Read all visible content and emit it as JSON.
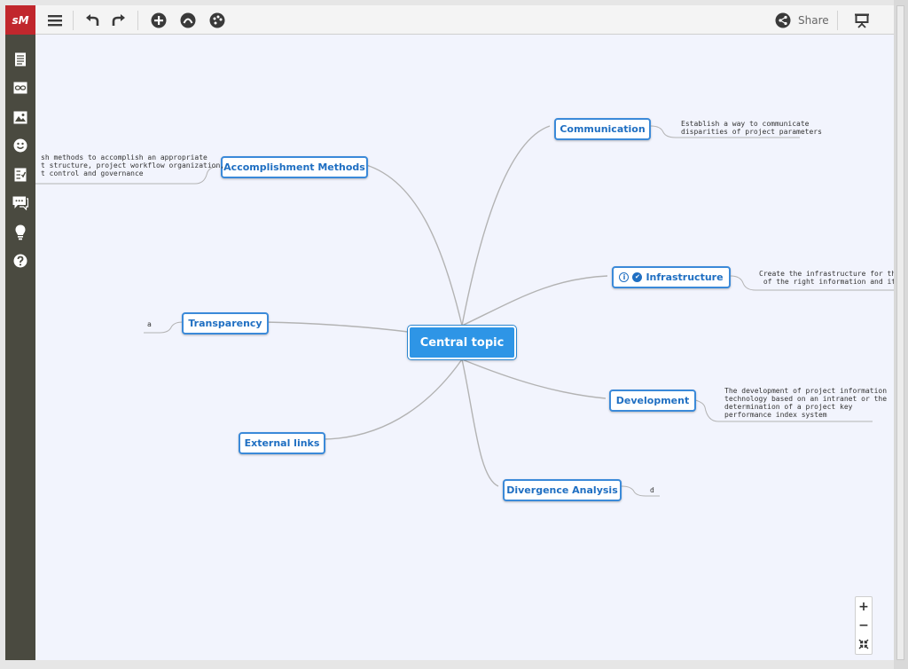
{
  "app": {
    "logo_text": "sM",
    "brand_color": "#c1272d"
  },
  "toolbar": {
    "menu_icon": "hamburger-icon",
    "undo_icon": "undo-icon",
    "redo_icon": "redo-icon",
    "add_icon": "add-topic-icon",
    "connect_icon": "relation-icon",
    "style_icon": "palette-icon",
    "share_label": "Share",
    "share_icon": "share-icon",
    "present_icon": "presentation-icon"
  },
  "sidebar": {
    "items": [
      {
        "name": "notes-icon"
      },
      {
        "name": "link-icon"
      },
      {
        "name": "image-icon"
      },
      {
        "name": "emoji-icon"
      },
      {
        "name": "task-icon"
      },
      {
        "name": "comment-icon"
      },
      {
        "name": "idea-icon"
      },
      {
        "name": "help-icon"
      }
    ]
  },
  "map": {
    "central": "Central topic",
    "topics": {
      "communication": "Communication",
      "accomplishment": "Accomplishment Methods",
      "infrastructure": "Infrastructure",
      "transparency": "Transparency",
      "development": "Development",
      "external": "External links",
      "divergence": "Divergence Analysis"
    },
    "notes": {
      "communication": "Establish a way to communicate\ndisparities of project parameters",
      "accomplishment": "sh methods to accomplish an appropriate\nt structure, project workflow organization,\nt control and governance",
      "infrastructure": "Create the infrastructure for the supply\n of the right information and its update",
      "transparency": "a",
      "development": "The development of project information\ntechnology based on an intranet or the\ndetermination of a project key\nperformance index system",
      "divergence": "d"
    },
    "infrastructure_icons": [
      "info-icon",
      "check-icon"
    ]
  },
  "zoom": {
    "in": "+",
    "out": "−"
  },
  "colors": {
    "accent": "#2e95e6",
    "node_border": "#3b8ad9",
    "node_text": "#1f6fc2",
    "sidebar": "#4a4a40",
    "canvas": "#f2f4fd"
  }
}
